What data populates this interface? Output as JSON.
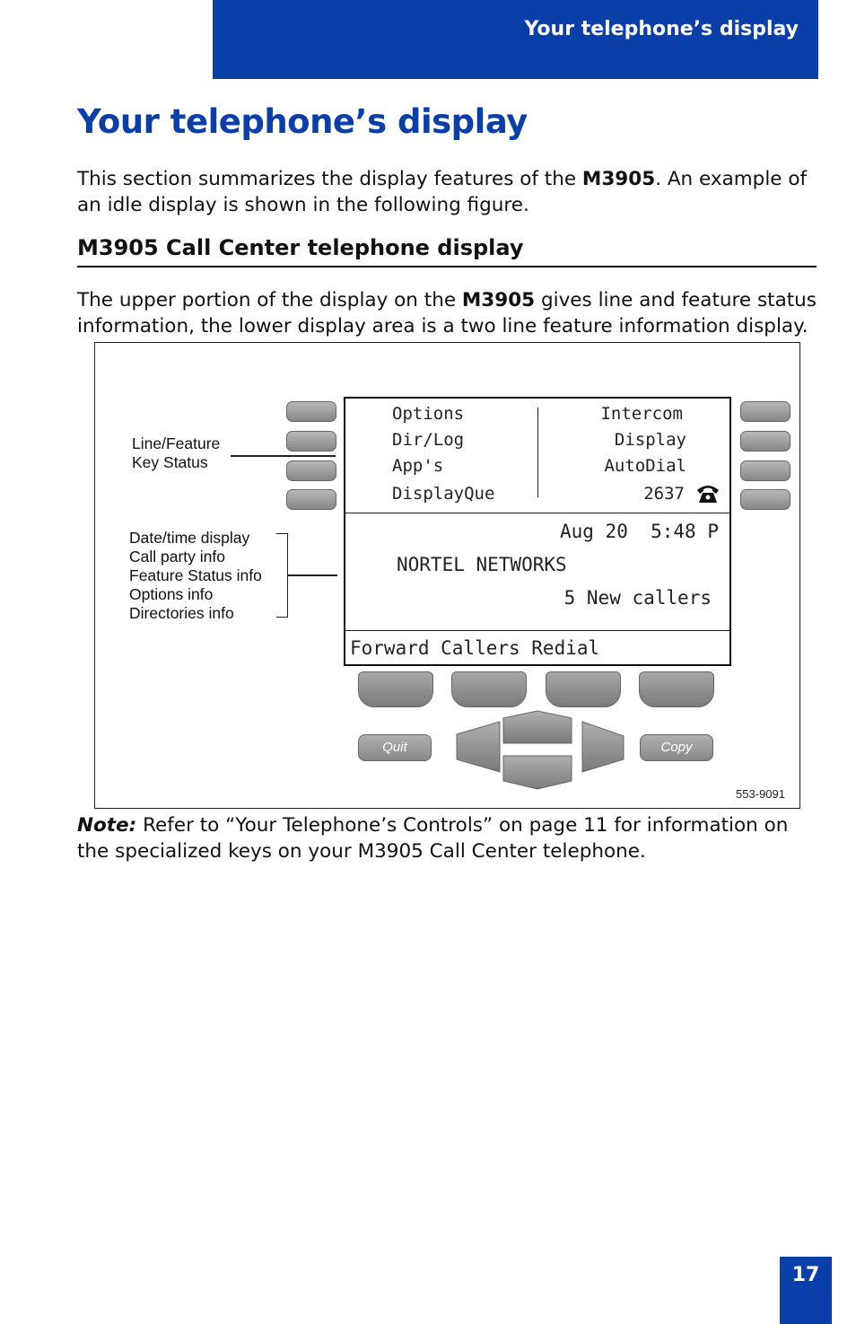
{
  "header": {
    "title": "Your telephone’s display",
    "bar_color": "#0a3ea8"
  },
  "page_title": "Your telephone’s display",
  "intro": {
    "part1": "This section summarizes the display features of the ",
    "model": "M3905",
    "part2": ". An example of an idle display is shown in the following figure."
  },
  "section_heading": "M3905 Call Center telephone display",
  "desc": {
    "part1": "The upper portion of the display on the ",
    "model": "M3905",
    "part2": " gives line and feature status information, the lower display area is a two line feature information display."
  },
  "figure": {
    "left_keys": [
      "Options",
      "Dir/Log",
      "App's",
      "DisplayQue"
    ],
    "right_keys": [
      "Intercom",
      "Display",
      "AutoDial",
      "2637"
    ],
    "datetime": "Aug 20  5:48 P",
    "caller": "NORTEL NETWORKS",
    "status": "5 New callers",
    "softkey_labels": "Forward Callers Redial",
    "quit_label": "Quit",
    "copy_label": "Copy",
    "callout_line_feature": [
      "Line/Feature",
      "Key Status"
    ],
    "callout_info": [
      "Date/time display",
      "Call party info",
      "Feature Status info",
      "Options info",
      "Directories info"
    ],
    "figure_code": "553-9091",
    "phone_icon": "telephone-icon"
  },
  "note": {
    "label": "Note:",
    "text": " Refer to “Your Telephone’s Controls” on page 11 for information on the specialized keys on your M3905 Call Center telephone."
  },
  "page_number": "17"
}
